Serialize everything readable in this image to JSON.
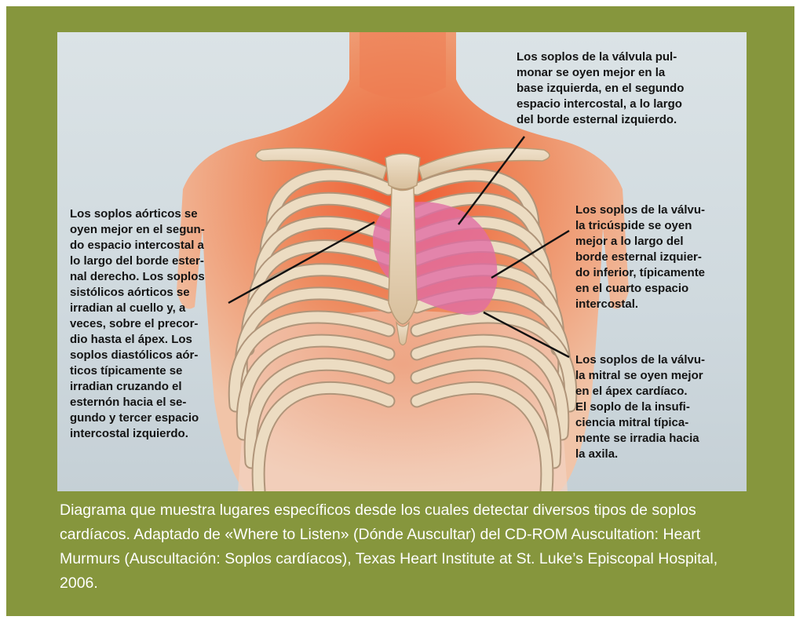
{
  "labels": {
    "pulmonary": "Los soplos de la válvula pul-\nmonar se oyen mejor en la\nbase izquierda, en el segundo\nespacio intercostal, a lo largo\ndel borde esternal izquierdo.",
    "aortic": "Los soplos aórticos se\noyen mejor en el segun-\ndo espacio intercostal a\nlo largo del borde ester-\nnal derecho. Los soplos\nsistólicos aórticos se\nirradian al cuello y, a\nveces, sobre el precor-\ndio hasta el ápex. Los\nsoplos diastólicos aór-\nticos típicamente se\nirradian cruzando el\nesternón hacia el se-\ngundo y tercer espacio\nintercostal izquierdo.",
    "tricuspid": "Los soplos de la válvu-\nla tricúspide se oyen\nmejor a lo largo del\nborde esternal izquier-\ndo inferior, típicamente\nen el cuarto espacio\nintercostal.",
    "mitral": "Los soplos de la válvu-\nla mitral se oyen mejor\nen el ápex cardíaco.\nEl soplo de la insufi-\nciencia mitral típica-\nmente se irradia hacia\nla axila."
  },
  "caption": "Diagrama que muestra lugares específicos desde los cuales detectar diversos tipos de soplos cardíacos. Adaptado de «Where to Listen» (Dónde Auscultar) del CD-ROM Auscultation: Heart Murmurs (Auscultación: Soplos cardíacos), Texas Heart Institute at St. Luke’s Episcopal Hospital, 2006.",
  "colors": {
    "frame": "#86963d",
    "background": "#d6dee2",
    "skin": "#e8946a",
    "skin_highlight": "#f06a3a",
    "bone": "#e6d2b4",
    "heart": "#e07aa8",
    "leader_line": "#111111",
    "caption_text": "#ffffff"
  },
  "icons": [
    "torso-illustration",
    "rib-cage",
    "sternum",
    "heart-region"
  ]
}
